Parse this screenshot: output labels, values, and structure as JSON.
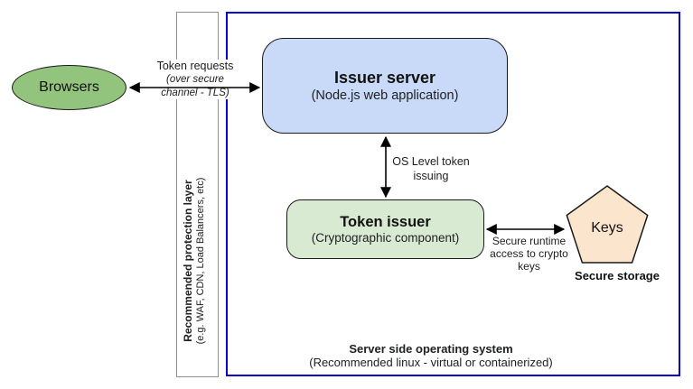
{
  "colors": {
    "browsers_fill": "#93c47d",
    "issuer_server_fill": "#c9daf8",
    "token_issuer_fill": "#d9ead3",
    "keys_fill": "#fce5cd",
    "outer_box_border": "#0404cc",
    "protection_bar_border": "#8f8f8f",
    "arrow": "#000000"
  },
  "nodes": {
    "browsers": {
      "label": "Browsers"
    },
    "issuer_server": {
      "title": "Issuer server",
      "subtitle": "(Node.js web application)"
    },
    "token_issuer": {
      "title": "Token issuer",
      "subtitle": "(Cryptographic component)"
    },
    "keys": {
      "label": "Keys",
      "caption": "Secure storage"
    }
  },
  "edges": {
    "browsers_to_issuer": {
      "label": "Token requests",
      "sublabel": "(over secure channel - TLS)"
    },
    "issuer_to_token_issuer": {
      "label": "OS Level token issuing"
    },
    "token_issuer_to_keys": {
      "label": "Secure runtime access to crypto keys"
    }
  },
  "containers": {
    "protection_layer": {
      "title": "Recommended protection layer",
      "subtitle": "(e.g. WAF, CDN, Load Balancers, etc)"
    },
    "server_os": {
      "title": "Server side operating system",
      "subtitle": "(Recommended linux - virtual or containerized)"
    }
  }
}
